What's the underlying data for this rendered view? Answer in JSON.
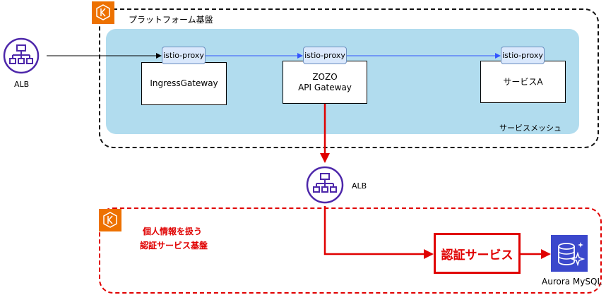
{
  "platform": {
    "title": "プラットフォーム基盤"
  },
  "mesh": {
    "label": "サービスメッシュ"
  },
  "alb_left": {
    "label": "ALB"
  },
  "alb_middle": {
    "label": "ALB"
  },
  "proxies": [
    "istio-proxy",
    "istio-proxy",
    "istio-proxy"
  ],
  "services": {
    "ingress": "IngressGateway",
    "zozo_line1": "ZOZO",
    "zozo_line2": "API Gateway",
    "service_a": "サービスA"
  },
  "auth_group": {
    "line1": "個人情報を扱う",
    "line2": "認証サービス基盤"
  },
  "auth_service": {
    "label": "認証サービス"
  },
  "database": {
    "label": "Aurora MySQL"
  },
  "colors": {
    "eks": "#ed7100",
    "alb": "#4d27aa",
    "aurora": "#3b48cc",
    "red": "#e00000",
    "blue_arrow": "#3355ff",
    "mesh": "#b1dcee"
  }
}
